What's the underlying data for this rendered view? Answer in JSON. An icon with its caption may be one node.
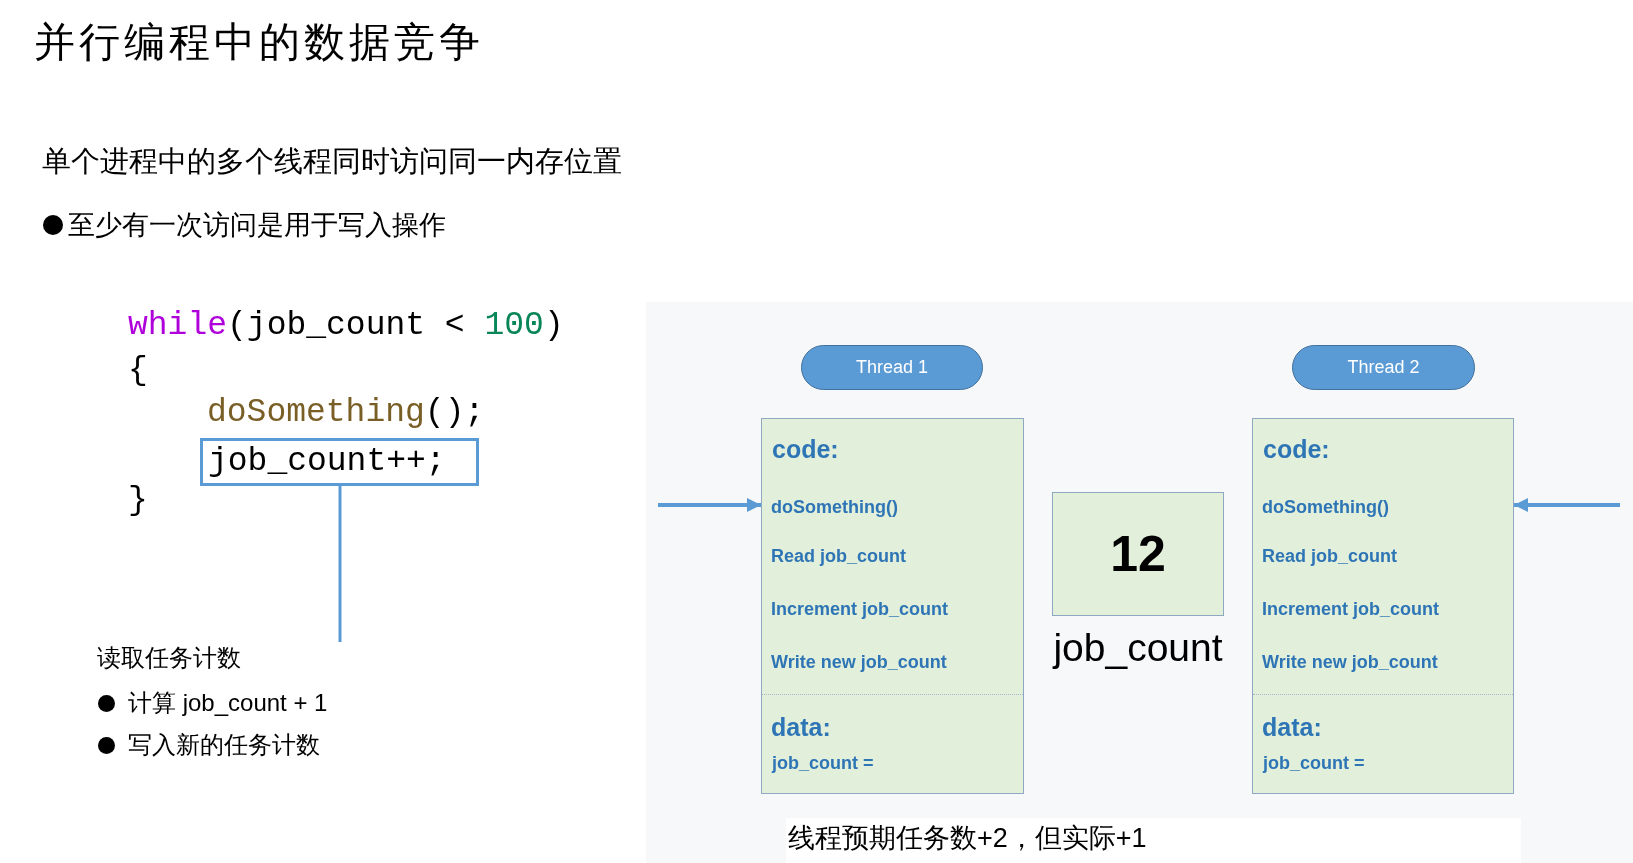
{
  "diagram": {
    "title": "并行编程中的数据竞争",
    "nodes": [
      {
        "text": [
          "job_count++;"
        ]
      },
      {
        "text": [
          "读取任务计数",
          "计算 job_count + 1",
          "写入新的任务计数"
        ]
      },
      {
        "text": [
          "Thread 1"
        ]
      },
      {
        "text": [
          "code:",
          "doSomething()",
          "Read job_count",
          "Increment job_count",
          "Write new job_count",
          "data:",
          "job_count ="
        ]
      },
      {
        "text": [
          "12"
        ],
        "beside": [
          "job_count"
        ]
      },
      {
        "text": [
          "Thread 2"
        ]
      },
      {
        "text": [
          "code:",
          "doSomething()",
          "Read job_count",
          "Increment job_count",
          "Write new job_count",
          "data:",
          "job_count ="
        ]
      }
    ],
    "edges": [
      {
        "from": 1,
        "to": 0,
        "arrow": "none"
      },
      {
        "from": null,
        "to": 3,
        "arrow": "to"
      },
      {
        "from": null,
        "to": 6,
        "arrow": "to"
      }
    ],
    "labels": [
      "单个进程中的多个线程同时访问同一内存位置",
      "至少有一次访问是用于写入操作",
      "while(job_count < 100)",
      "{",
      "doSomething();",
      "}"
    ],
    "caption": "线程预期任务数+2，但实际+1"
  }
}
